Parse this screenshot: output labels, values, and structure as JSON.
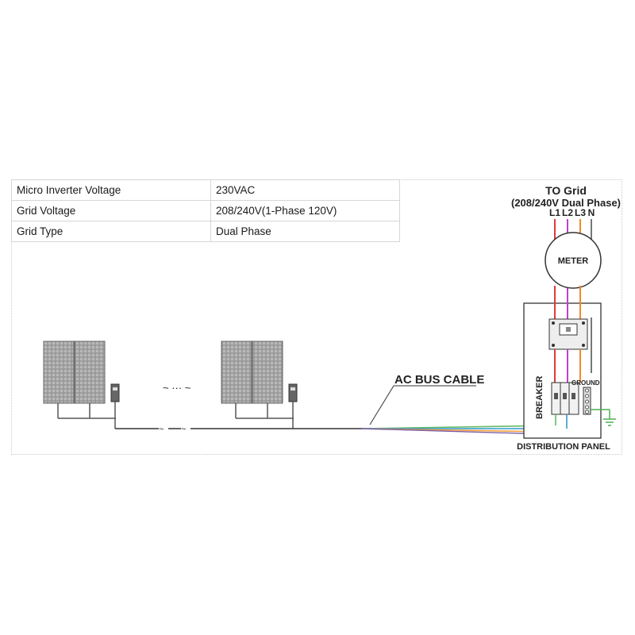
{
  "spec_table": {
    "rows": [
      {
        "label": "Micro Inverter Voltage",
        "value": "230VAC"
      },
      {
        "label": "Grid  Voltage",
        "value": "208/240V(1-Phase 120V)"
      },
      {
        "label": "Grid Type",
        "value": "Dual Phase"
      }
    ]
  },
  "grid": {
    "title": "TO Grid",
    "subtitle": "(208/240V Dual Phase)",
    "lines": [
      "L1",
      "L2",
      "L3",
      "N"
    ]
  },
  "meter_label": "METER",
  "breaker_label": "BREAKER",
  "ground_label": "GROUND",
  "panel_label": "DISTRIBUTION PANEL",
  "cable_label": "AC BUS CABLE",
  "ellipsis_top": "~ ··· ~",
  "wire_colors": {
    "L1": "#e03a3a",
    "L2": "#c23fd0",
    "L3": "#f08a2a",
    "N": "#777777",
    "bus_green": "#66bb66",
    "bus_blue": "#3399cc",
    "ground": "#4caf50"
  }
}
